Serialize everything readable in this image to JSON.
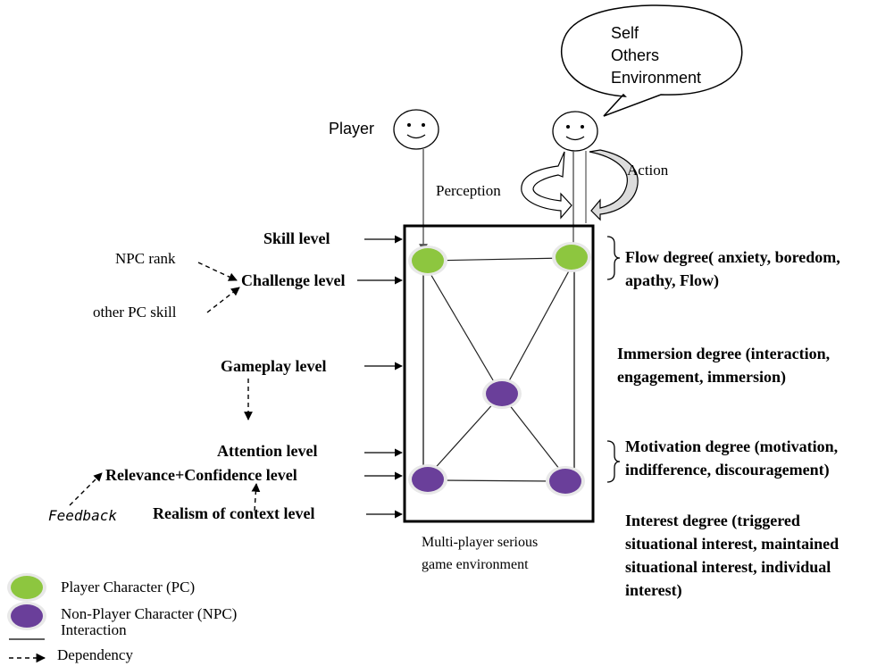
{
  "bubble": {
    "lines": [
      "Self",
      "Others",
      "Environment"
    ]
  },
  "actors": {
    "player_label": "Player",
    "perception_label": "Perception",
    "action_label": "Action"
  },
  "left_levels": {
    "skill": "Skill level",
    "challenge": "Challenge level",
    "gameplay": "Gameplay level",
    "attention": "Attention level",
    "relevance_confidence": "Relevance+Confidence level",
    "realism": "Realism of context level"
  },
  "influences": {
    "npc_rank": "NPC rank",
    "other_pc_skill": "other PC skill",
    "feedback": "Feedback"
  },
  "right_degrees": {
    "flow": [
      "Flow degree( anxiety, boredom,",
      "apathy, Flow)"
    ],
    "immersion": [
      "Immersion degree (interaction,",
      "engagement, immersion)"
    ],
    "motivation": [
      "Motivation degree (motivation,",
      "indifference, discouragement)"
    ],
    "interest": [
      "Interest degree (triggered",
      "situational interest, maintained",
      "situational interest, individual",
      "interest)"
    ]
  },
  "environment_caption": [
    "Multi-player serious",
    "game environment"
  ],
  "legend": {
    "pc": "Player Character (PC)",
    "npc": "Non-Player Character (NPC)",
    "interaction": "Interaction",
    "dependency": "Dependency"
  },
  "colors": {
    "pc_fill": "#8dc63f",
    "npc_fill": "#6a3f9a",
    "node_halo": "#e8e8e8",
    "line": "#333333"
  }
}
